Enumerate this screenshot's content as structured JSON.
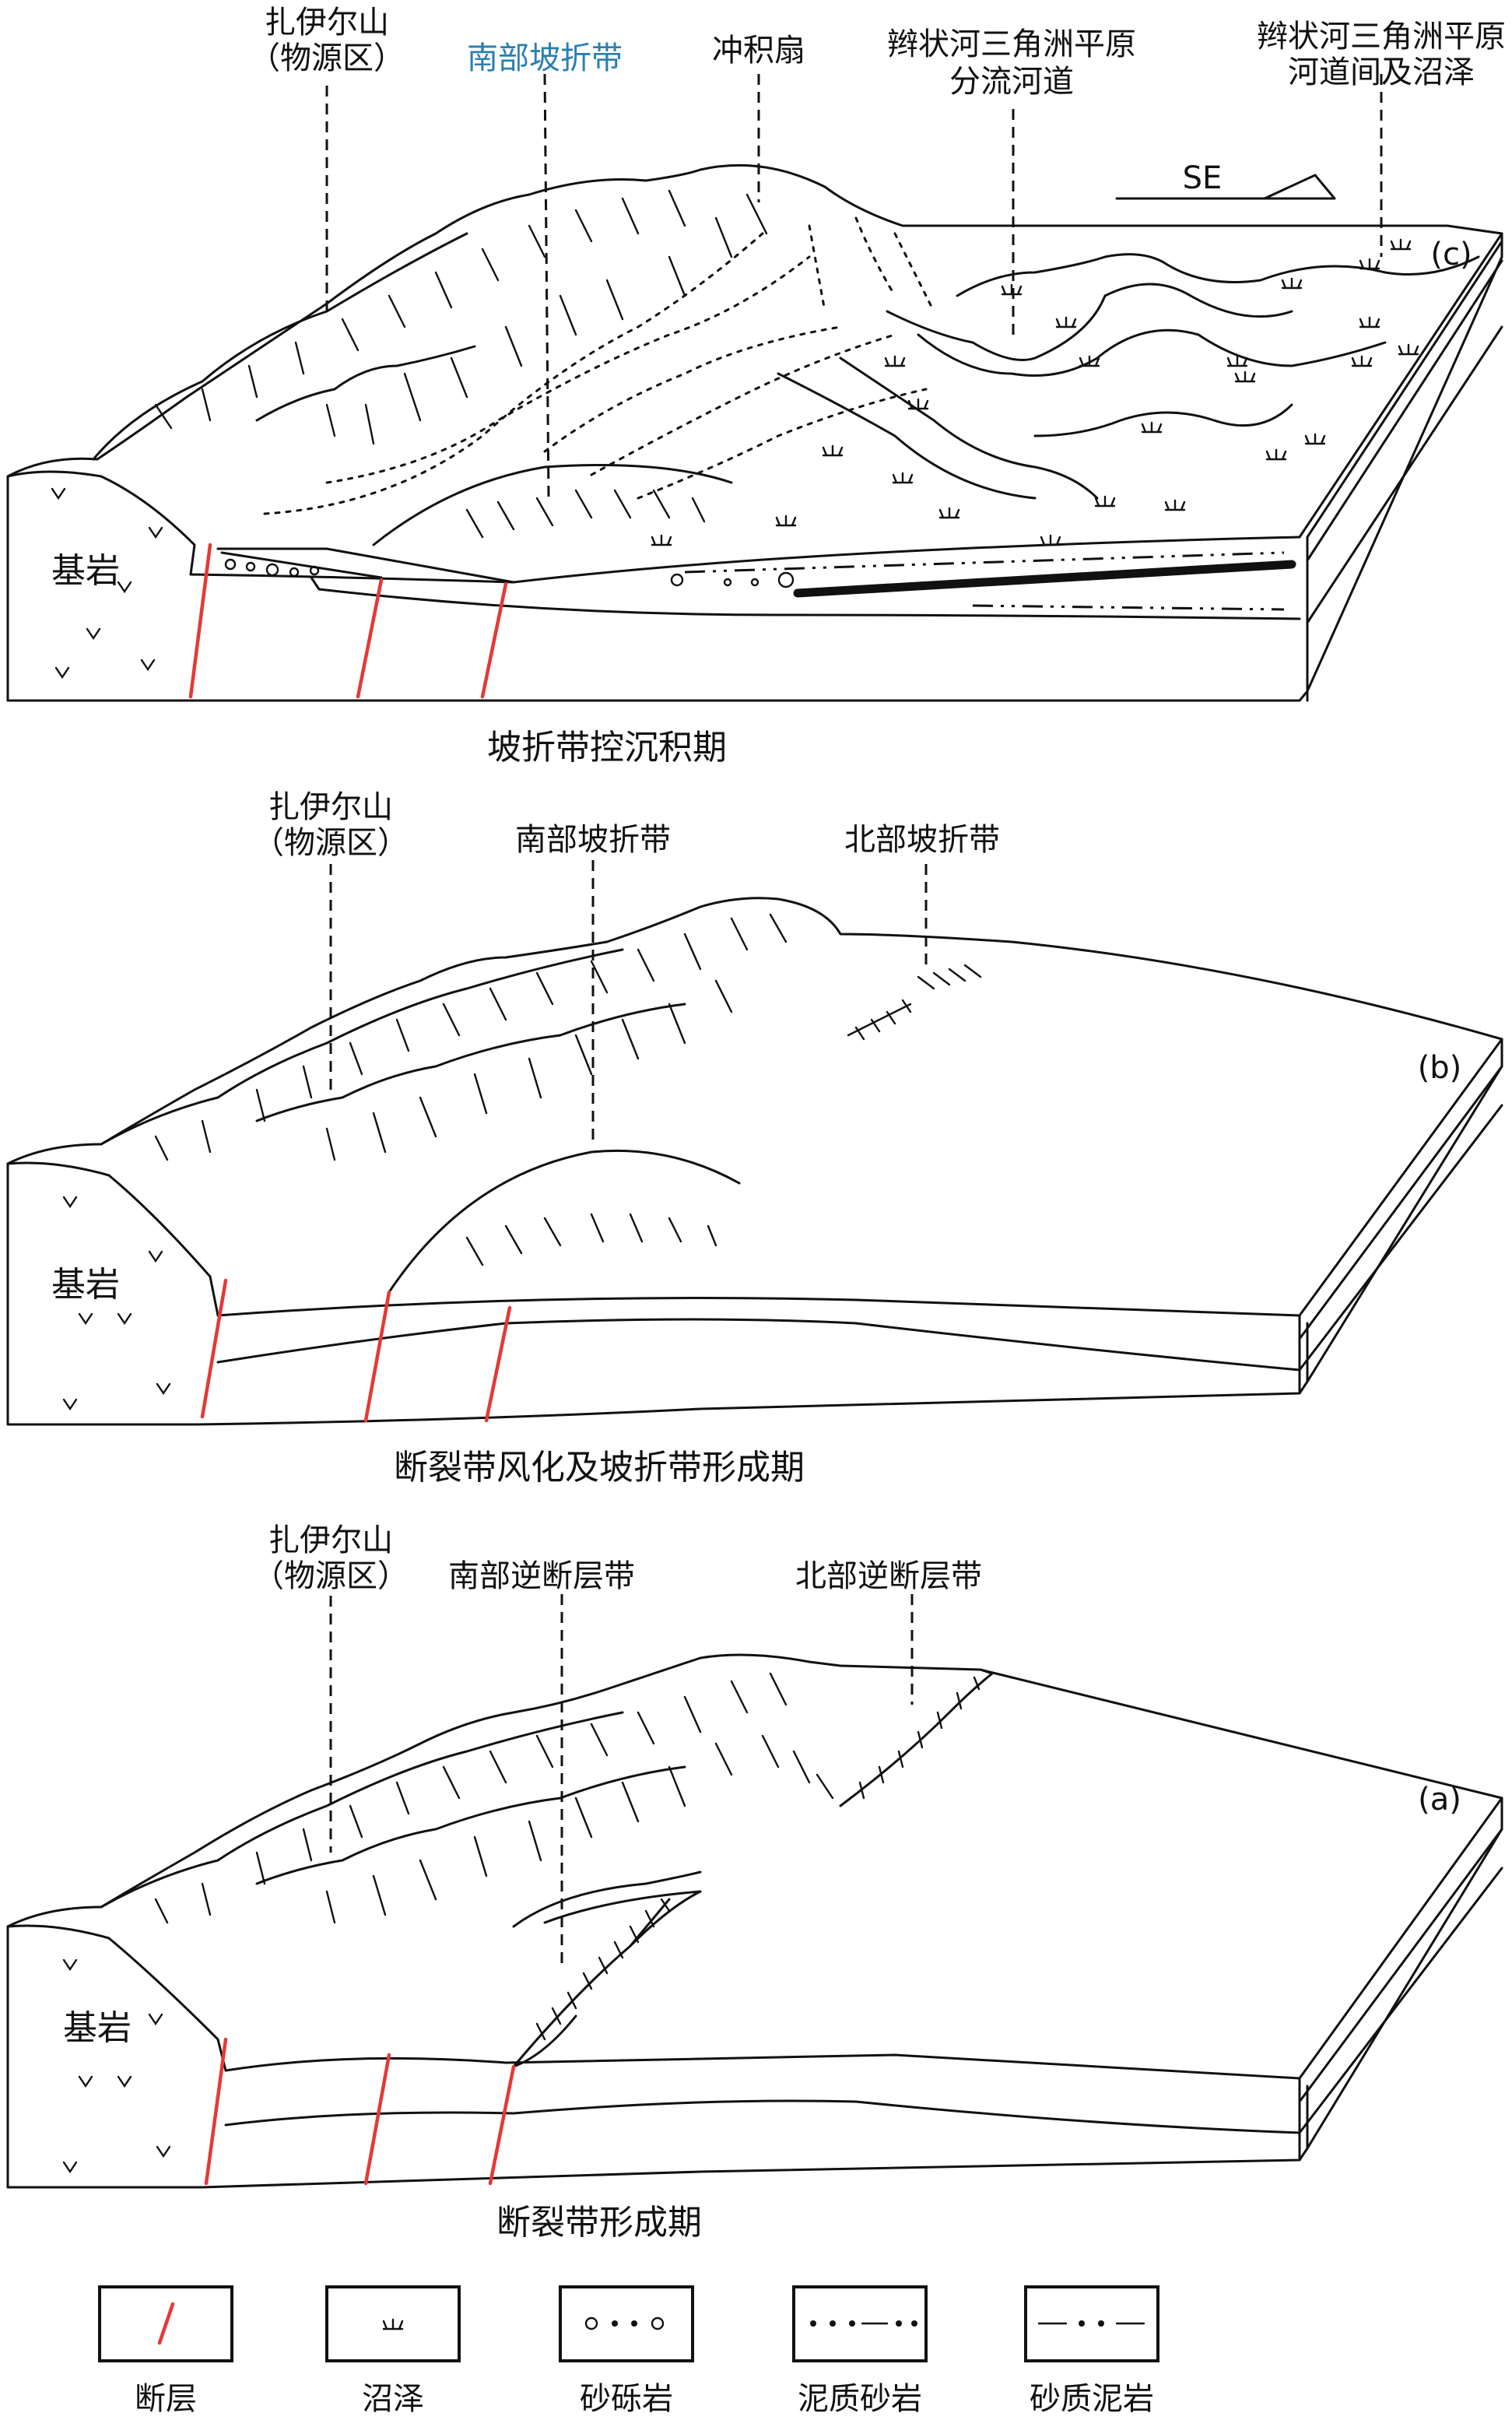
{
  "colors": {
    "fault": "#e53935",
    "blue_label": "#2a7fb0",
    "ink": "#111111"
  },
  "panel_c": {
    "labels": {
      "source_line1": "扎伊尔山",
      "source_line2": "（物源区）",
      "south_slope": "南部坡折带",
      "alluvial_fan": "冲积扇",
      "channel_line1": "辫状河三角洲平原",
      "channel_line2": "分流河道",
      "interchannel_line1": "辫状河三角洲平原",
      "interchannel_line2": "河道间及沼泽",
      "direction": "SE",
      "panel_id": "(c)",
      "bedrock": "基岩"
    },
    "caption": "坡折带控沉积期"
  },
  "panel_b": {
    "labels": {
      "source_line1": "扎伊尔山",
      "source_line2": "（物源区）",
      "south_slope": "南部坡折带",
      "north_slope": "北部坡折带",
      "panel_id": "(b)",
      "bedrock": "基岩"
    },
    "caption": "断裂带风化及坡折带形成期"
  },
  "panel_a": {
    "labels": {
      "source_line1": "扎伊尔山",
      "source_line2": "（物源区）",
      "south_fault": "南部逆断层带",
      "north_fault": "北部逆断层带",
      "panel_id": "(a)",
      "bedrock": "基岩"
    },
    "caption": "断裂带形成期"
  },
  "legend": [
    {
      "label": "断层"
    },
    {
      "label": "沼泽"
    },
    {
      "label": "砂砾岩"
    },
    {
      "label": "泥质砂岩"
    },
    {
      "label": "砂质泥岩"
    }
  ]
}
